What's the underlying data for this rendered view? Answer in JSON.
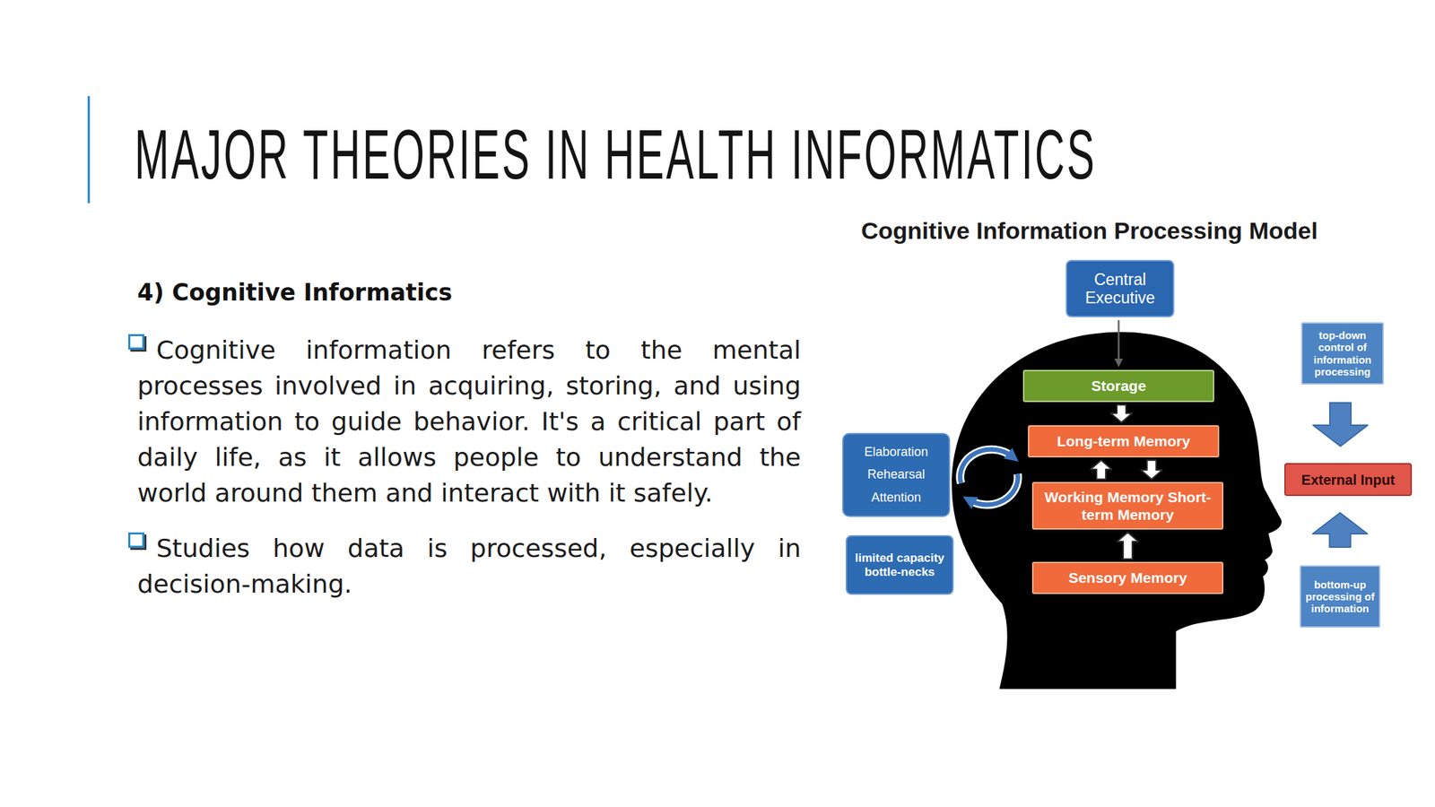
{
  "diagram": {
    "title": "MAJOR THEORIES IN HEALTH INFORMATICS",
    "nodes": [
      {
        "text": [
          "Central Executive"
        ]
      },
      {
        "text": [
          "Storage"
        ]
      },
      {
        "text": [
          "Long-term Memory"
        ]
      },
      {
        "text": [
          "Working Memory Short-term Memory"
        ]
      },
      {
        "text": [
          "Sensory Memory"
        ]
      },
      {
        "text": [
          "Elaboration",
          "Rehearsal",
          "Attention"
        ]
      },
      {
        "text": [
          "limited capacity bottle-necks"
        ]
      },
      {
        "text": [
          "top-down control of information processing"
        ]
      },
      {
        "text": [
          "External Input"
        ]
      },
      {
        "text": [
          "bottom-up processing of information"
        ]
      }
    ],
    "edges": [
      {
        "from": 0,
        "to": 1,
        "arrow": "to"
      },
      {
        "from": 1,
        "to": 2,
        "arrow": "to"
      },
      {
        "from": 2,
        "to": 3,
        "arrow": "to"
      },
      {
        "from": 3,
        "to": 2,
        "arrow": "to"
      },
      {
        "from": 4,
        "to": 3,
        "arrow": "to"
      },
      {
        "from": 7,
        "to": 8,
        "arrow": "to"
      },
      {
        "from": 9,
        "to": 8,
        "arrow": "to"
      }
    ],
    "labels": [
      "4) Cognitive Informatics",
      "Cognitive information refers to the mental processes involved in acquiring, storing, and using information to guide behavior. It's a critical part of daily life, as it allows people to understand the world around them and interact with it safely.",
      "Studies how data is processed, especially in decision-making.",
      "Cognitive Information Processing Model"
    ]
  }
}
